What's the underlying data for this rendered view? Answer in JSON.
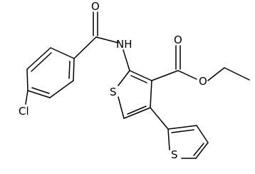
{
  "diagram": {
    "type": "chemical-structure",
    "atom_labels": {
      "carbonyl_oxygen_amide": "O",
      "amide_nitrogen": "NH",
      "chlorine": "Cl",
      "ester_carbonyl_oxygen": "O",
      "ester_ether_oxygen": "O",
      "thiophene_sulfur_core": "S",
      "thiophene_sulfur_substituent": "S"
    }
  }
}
